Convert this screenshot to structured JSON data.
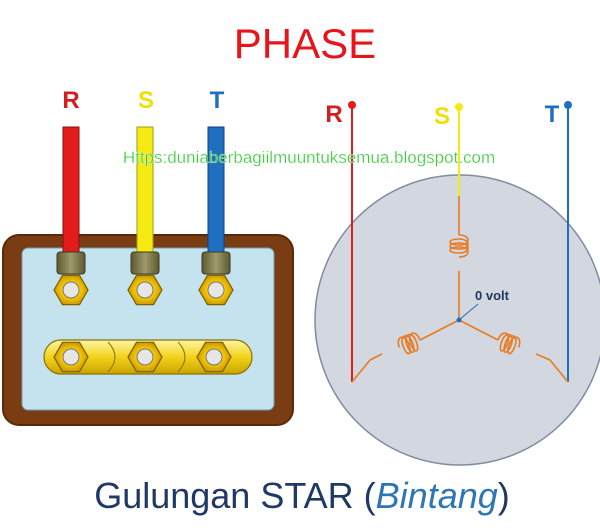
{
  "title": "PHASE",
  "watermark": "Https:duniaberbagiilmuuntuksemua.blogspot.com",
  "caption": {
    "prefix": "Gulungan STAR (",
    "italic": "Bintang",
    "suffix": ")"
  },
  "left_diagram": {
    "phase_labels": [
      "R",
      "S",
      "T"
    ]
  },
  "right_diagram": {
    "phase_labels": [
      "R",
      "S",
      "T"
    ],
    "center_label": "0 volt"
  },
  "colors": {
    "title": "#e8141b",
    "watermark": "#33cc33",
    "caption": "#1f3864",
    "caption_italic": "#2e75b6",
    "R": "#e31b1b",
    "S": "#f5ea14",
    "T": "#1f6fc0",
    "label_R": "#d3201f",
    "label_S": "#f0e000",
    "label_T": "#1f6fc0",
    "box_frame": "#7a3c12",
    "box_inner": "#c5e3ef",
    "terminal": "#f2c200",
    "circle_fill": "#d3d7e0",
    "coil": "#e87a22"
  }
}
